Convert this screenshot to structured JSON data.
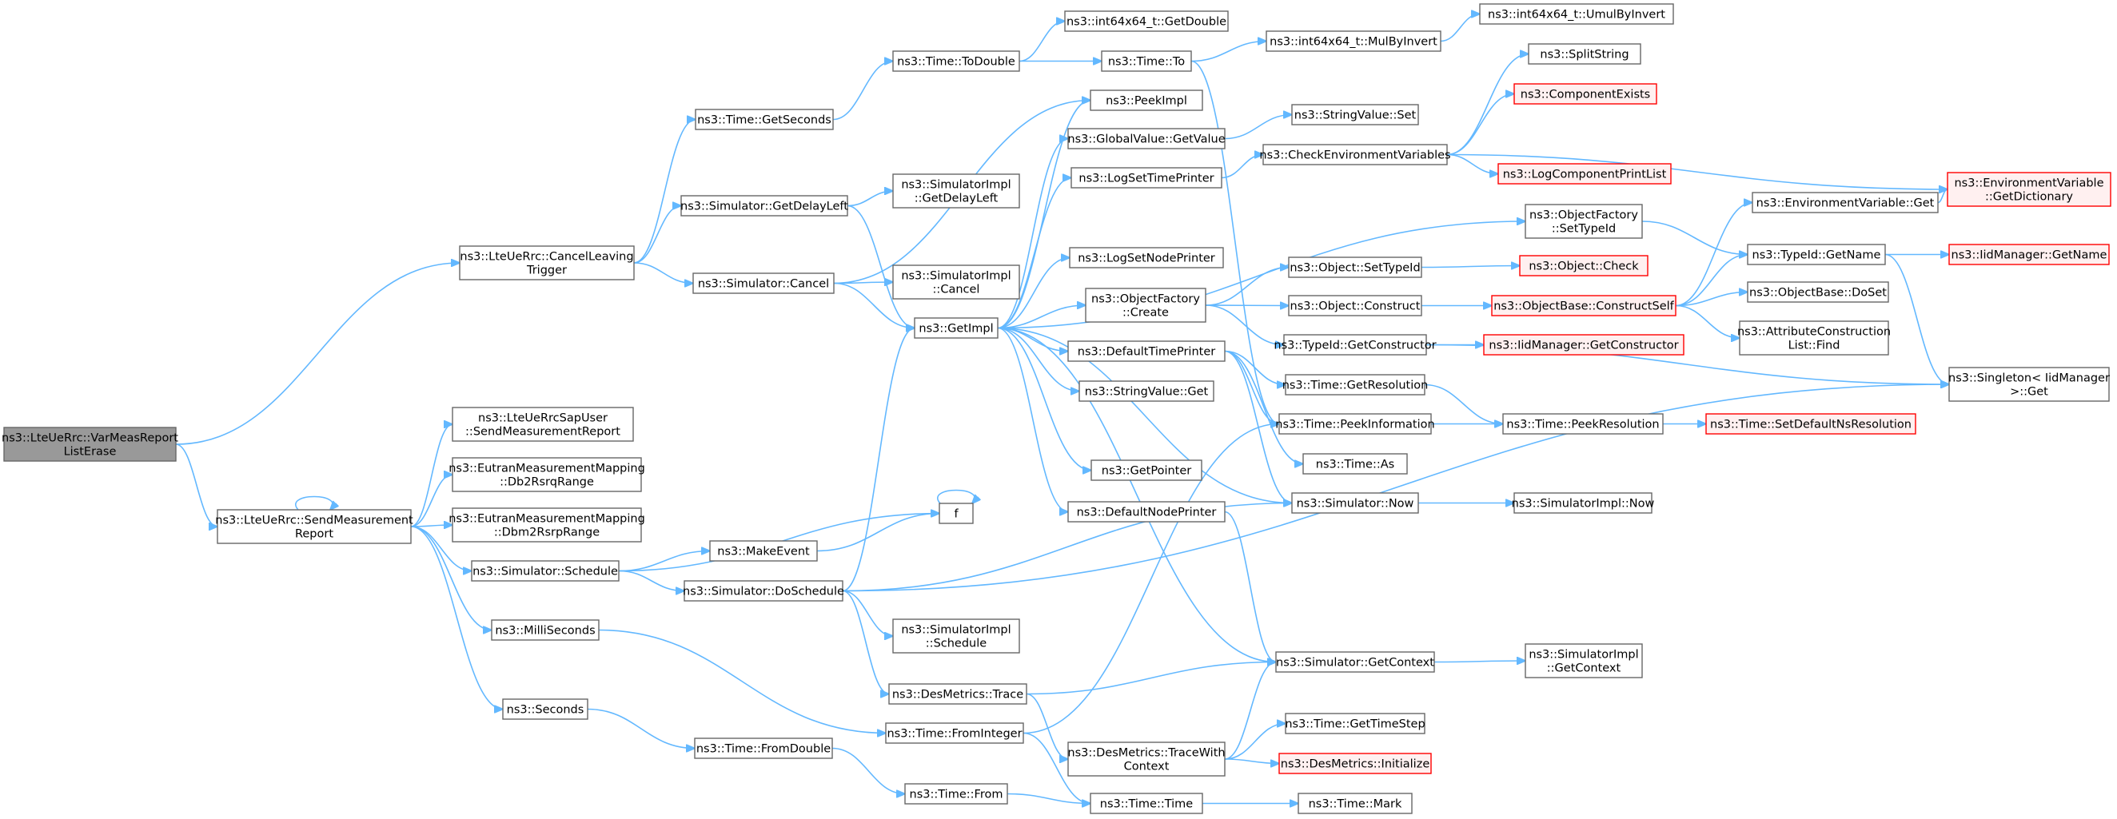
{
  "graph": {
    "colors": {
      "edge": "#63b8ff",
      "root_fill": "#999999",
      "truncated_border": "#ff0000",
      "truncated_fill": "#fff0f0",
      "node_border": "#666666"
    },
    "nodes": [
      {
        "id": "root",
        "lines": [
          "ns3::LteUeRrc::VarMeasReport",
          "ListErase"
        ],
        "style": "root"
      },
      {
        "id": "cancelLeaving",
        "lines": [
          "ns3::LteUeRrc::CancelLeaving",
          "Trigger"
        ]
      },
      {
        "id": "sendMeas",
        "lines": [
          "ns3::LteUeRrc::SendMeasurement",
          "Report"
        ]
      },
      {
        "id": "getSeconds",
        "lines": [
          "ns3::Time::GetSeconds"
        ]
      },
      {
        "id": "getDelayLeft",
        "lines": [
          "ns3::Simulator::GetDelayLeft"
        ]
      },
      {
        "id": "simCancel",
        "lines": [
          "ns3::Simulator::Cancel"
        ]
      },
      {
        "id": "sapUser",
        "lines": [
          "ns3::LteUeRrcSapUser",
          "::SendMeasurementReport"
        ]
      },
      {
        "id": "db2rsrq",
        "lines": [
          "ns3::EutranMeasurementMapping",
          "::Db2RsrqRange"
        ]
      },
      {
        "id": "dbm2rsrp",
        "lines": [
          "ns3::EutranMeasurementMapping",
          "::Dbm2RsrpRange"
        ]
      },
      {
        "id": "schedule",
        "lines": [
          "ns3::Simulator::Schedule"
        ]
      },
      {
        "id": "milliSeconds",
        "lines": [
          "ns3::MilliSeconds"
        ]
      },
      {
        "id": "seconds",
        "lines": [
          "ns3::Seconds"
        ]
      },
      {
        "id": "toDouble",
        "lines": [
          "ns3::Time::ToDouble"
        ]
      },
      {
        "id": "implDelayLeft",
        "lines": [
          "ns3::SimulatorImpl",
          "::GetDelayLeft"
        ]
      },
      {
        "id": "implCancel",
        "lines": [
          "ns3::SimulatorImpl",
          "::Cancel"
        ]
      },
      {
        "id": "getImpl",
        "lines": [
          "ns3::GetImpl"
        ]
      },
      {
        "id": "f",
        "lines": [
          "f"
        ]
      },
      {
        "id": "makeEvent",
        "lines": [
          "ns3::MakeEvent"
        ]
      },
      {
        "id": "doSchedule",
        "lines": [
          "ns3::Simulator::DoSchedule"
        ]
      },
      {
        "id": "implSchedule",
        "lines": [
          "ns3::SimulatorImpl",
          "::Schedule"
        ]
      },
      {
        "id": "desTrace",
        "lines": [
          "ns3::DesMetrics::Trace"
        ]
      },
      {
        "id": "fromInteger",
        "lines": [
          "ns3::Time::FromInteger"
        ]
      },
      {
        "id": "fromDouble",
        "lines": [
          "ns3::Time::FromDouble"
        ]
      },
      {
        "id": "timeFrom",
        "lines": [
          "ns3::Time::From"
        ]
      },
      {
        "id": "int64GetDouble",
        "lines": [
          "ns3::int64x64_t::GetDouble"
        ]
      },
      {
        "id": "timeTo",
        "lines": [
          "ns3::Time::To"
        ]
      },
      {
        "id": "peekImpl",
        "lines": [
          "ns3::PeekImpl"
        ]
      },
      {
        "id": "globalGetValue",
        "lines": [
          "ns3::GlobalValue::GetValue"
        ]
      },
      {
        "id": "logSetTimePrinter",
        "lines": [
          "ns3::LogSetTimePrinter"
        ]
      },
      {
        "id": "logSetNodePrinter",
        "lines": [
          "ns3::LogSetNodePrinter"
        ]
      },
      {
        "id": "objFactoryCreate",
        "lines": [
          "ns3::ObjectFactory",
          "::Create"
        ]
      },
      {
        "id": "defaultTimePrinter",
        "lines": [
          "ns3::DefaultTimePrinter"
        ]
      },
      {
        "id": "stringValueGet",
        "lines": [
          "ns3::StringValue::Get"
        ]
      },
      {
        "id": "getPointer",
        "lines": [
          "ns3::GetPointer"
        ]
      },
      {
        "id": "defaultNodePrinter",
        "lines": [
          "ns3::DefaultNodePrinter"
        ]
      },
      {
        "id": "traceWithContext",
        "lines": [
          "ns3::DesMetrics::TraceWith",
          "Context"
        ]
      },
      {
        "id": "timeTime",
        "lines": [
          "ns3::Time::Time"
        ]
      },
      {
        "id": "mulByInvert",
        "lines": [
          "ns3::int64x64_t::MulByInvert"
        ]
      },
      {
        "id": "umulByInvert",
        "lines": [
          "ns3::int64x64_t::UmulByInvert"
        ]
      },
      {
        "id": "stringValueSet",
        "lines": [
          "ns3::StringValue::Set"
        ]
      },
      {
        "id": "checkEnvVars",
        "lines": [
          "ns3::CheckEnvironmentVariables"
        ]
      },
      {
        "id": "splitString",
        "lines": [
          "ns3::SplitString"
        ]
      },
      {
        "id": "componentExists",
        "lines": [
          "ns3::ComponentExists"
        ],
        "style": "trunc"
      },
      {
        "id": "logComponentPrintList",
        "lines": [
          "ns3::LogComponentPrintList"
        ],
        "style": "trunc"
      },
      {
        "id": "objFactorySetTypeId",
        "lines": [
          "ns3::ObjectFactory",
          "::SetTypeId"
        ]
      },
      {
        "id": "objSetTypeId",
        "lines": [
          "ns3::Object::SetTypeId"
        ]
      },
      {
        "id": "objConstruct",
        "lines": [
          "ns3::Object::Construct"
        ]
      },
      {
        "id": "typeIdGetConstructor",
        "lines": [
          "ns3::TypeId::GetConstructor"
        ]
      },
      {
        "id": "getResolution",
        "lines": [
          "ns3::Time::GetResolution"
        ]
      },
      {
        "id": "peekInformation",
        "lines": [
          "ns3::Time::PeekInformation"
        ]
      },
      {
        "id": "timeAs",
        "lines": [
          "ns3::Time::As"
        ]
      },
      {
        "id": "simNow",
        "lines": [
          "ns3::Simulator::Now"
        ]
      },
      {
        "id": "simGetContext",
        "lines": [
          "ns3::Simulator::GetContext"
        ]
      },
      {
        "id": "getTimeStep",
        "lines": [
          "ns3::Time::GetTimeStep"
        ]
      },
      {
        "id": "desInitialize",
        "lines": [
          "ns3::DesMetrics::Initialize"
        ],
        "style": "trunc"
      },
      {
        "id": "timeMark",
        "lines": [
          "ns3::Time::Mark"
        ]
      },
      {
        "id": "objCheck",
        "lines": [
          "ns3::Object::Check"
        ],
        "style": "trunc"
      },
      {
        "id": "constructSelf",
        "lines": [
          "ns3::ObjectBase::ConstructSelf"
        ],
        "style": "trunc"
      },
      {
        "id": "iidGetConstructor",
        "lines": [
          "ns3::IidManager::GetConstructor"
        ],
        "style": "trunc"
      },
      {
        "id": "peekResolution",
        "lines": [
          "ns3::Time::PeekResolution"
        ]
      },
      {
        "id": "implNow",
        "lines": [
          "ns3::SimulatorImpl::Now"
        ]
      },
      {
        "id": "implGetContext",
        "lines": [
          "ns3::SimulatorImpl",
          "::GetContext"
        ]
      },
      {
        "id": "envVarGet",
        "lines": [
          "ns3::EnvironmentVariable::Get"
        ]
      },
      {
        "id": "typeIdGetName",
        "lines": [
          "ns3::TypeId::GetName"
        ]
      },
      {
        "id": "objBaseDoSet",
        "lines": [
          "ns3::ObjectBase::DoSet"
        ]
      },
      {
        "id": "attrConstructionFind",
        "lines": [
          "ns3::AttributeConstruction",
          "List::Find"
        ]
      },
      {
        "id": "setDefaultNsResolution",
        "lines": [
          "ns3::Time::SetDefaultNsResolution"
        ],
        "style": "trunc"
      },
      {
        "id": "envVarGetDictionary",
        "lines": [
          "ns3::EnvironmentVariable",
          "::GetDictionary"
        ],
        "style": "trunc"
      },
      {
        "id": "iidGetName",
        "lines": [
          "ns3::IidManager::GetName"
        ],
        "style": "trunc"
      },
      {
        "id": "singletonGet",
        "lines": [
          "ns3::Singleton< IidManager",
          ">::Get"
        ]
      }
    ],
    "edges": [
      [
        "root",
        "cancelLeaving"
      ],
      [
        "root",
        "sendMeas"
      ],
      [
        "cancelLeaving",
        "getSeconds"
      ],
      [
        "cancelLeaving",
        "getDelayLeft"
      ],
      [
        "cancelLeaving",
        "simCancel"
      ],
      [
        "sendMeas",
        "sendMeas"
      ],
      [
        "sendMeas",
        "sapUser"
      ],
      [
        "sendMeas",
        "db2rsrq"
      ],
      [
        "sendMeas",
        "dbm2rsrp"
      ],
      [
        "sendMeas",
        "schedule"
      ],
      [
        "sendMeas",
        "milliSeconds"
      ],
      [
        "sendMeas",
        "seconds"
      ],
      [
        "getSeconds",
        "toDouble"
      ],
      [
        "getDelayLeft",
        "implDelayLeft"
      ],
      [
        "getDelayLeft",
        "getImpl"
      ],
      [
        "simCancel",
        "implCancel"
      ],
      [
        "simCancel",
        "getImpl"
      ],
      [
        "simCancel",
        "peekImpl"
      ],
      [
        "schedule",
        "f"
      ],
      [
        "schedule",
        "makeEvent"
      ],
      [
        "schedule",
        "doSchedule"
      ],
      [
        "milliSeconds",
        "fromInteger"
      ],
      [
        "seconds",
        "fromDouble"
      ],
      [
        "toDouble",
        "int64GetDouble"
      ],
      [
        "toDouble",
        "timeTo"
      ],
      [
        "makeEvent",
        "f"
      ],
      [
        "f",
        "f"
      ],
      [
        "doSchedule",
        "getImpl"
      ],
      [
        "doSchedule",
        "implSchedule"
      ],
      [
        "doSchedule",
        "desTrace"
      ],
      [
        "doSchedule",
        "simNow"
      ],
      [
        "doSchedule",
        "singletonGet"
      ],
      [
        "fromDouble",
        "timeFrom"
      ],
      [
        "timeFrom",
        "timeTime"
      ],
      [
        "fromInteger",
        "peekInformation"
      ],
      [
        "fromInteger",
        "timeTime"
      ],
      [
        "getImpl",
        "peekImpl"
      ],
      [
        "getImpl",
        "globalGetValue"
      ],
      [
        "getImpl",
        "logSetTimePrinter"
      ],
      [
        "getImpl",
        "objFactorySetTypeId"
      ],
      [
        "getImpl",
        "logSetNodePrinter"
      ],
      [
        "getImpl",
        "objFactoryCreate"
      ],
      [
        "getImpl",
        "defaultTimePrinter"
      ],
      [
        "getImpl",
        "stringValueGet"
      ],
      [
        "getImpl",
        "getPointer"
      ],
      [
        "getImpl",
        "defaultNodePrinter"
      ],
      [
        "getImpl",
        "simNow"
      ],
      [
        "getImpl",
        "simGetContext"
      ],
      [
        "desTrace",
        "simGetContext"
      ],
      [
        "desTrace",
        "traceWithContext"
      ],
      [
        "traceWithContext",
        "simGetContext"
      ],
      [
        "traceWithContext",
        "getTimeStep"
      ],
      [
        "traceWithContext",
        "desInitialize"
      ],
      [
        "timeTo",
        "mulByInvert"
      ],
      [
        "timeTo",
        "peekInformation"
      ],
      [
        "mulByInvert",
        "umulByInvert"
      ],
      [
        "globalGetValue",
        "stringValueSet"
      ],
      [
        "logSetTimePrinter",
        "checkEnvVars"
      ],
      [
        "checkEnvVars",
        "splitString"
      ],
      [
        "checkEnvVars",
        "componentExists"
      ],
      [
        "checkEnvVars",
        "logComponentPrintList"
      ],
      [
        "checkEnvVars",
        "envVarGetDictionary"
      ],
      [
        "objFactorySetTypeId",
        "typeIdGetName"
      ],
      [
        "objFactoryCreate",
        "objSetTypeId"
      ],
      [
        "objFactoryCreate",
        "objConstruct"
      ],
      [
        "objFactoryCreate",
        "typeIdGetConstructor"
      ],
      [
        "objSetTypeId",
        "objCheck"
      ],
      [
        "objConstruct",
        "constructSelf"
      ],
      [
        "typeIdGetConstructor",
        "iidGetConstructor"
      ],
      [
        "typeIdGetConstructor",
        "singletonGet"
      ],
      [
        "defaultTimePrinter",
        "getResolution"
      ],
      [
        "defaultTimePrinter",
        "peekInformation"
      ],
      [
        "defaultTimePrinter",
        "timeAs"
      ],
      [
        "defaultTimePrinter",
        "simNow"
      ],
      [
        "defaultNodePrinter",
        "simGetContext"
      ],
      [
        "getResolution",
        "peekResolution"
      ],
      [
        "peekInformation",
        "peekResolution"
      ],
      [
        "simNow",
        "implNow"
      ],
      [
        "simGetContext",
        "implGetContext"
      ],
      [
        "timeTime",
        "timeMark"
      ],
      [
        "constructSelf",
        "envVarGet"
      ],
      [
        "constructSelf",
        "typeIdGetName"
      ],
      [
        "constructSelf",
        "objBaseDoSet"
      ],
      [
        "constructSelf",
        "attrConstructionFind"
      ],
      [
        "peekResolution",
        "setDefaultNsResolution"
      ],
      [
        "envVarGet",
        "envVarGetDictionary"
      ],
      [
        "typeIdGetName",
        "iidGetName"
      ],
      [
        "typeIdGetName",
        "singletonGet"
      ]
    ]
  }
}
